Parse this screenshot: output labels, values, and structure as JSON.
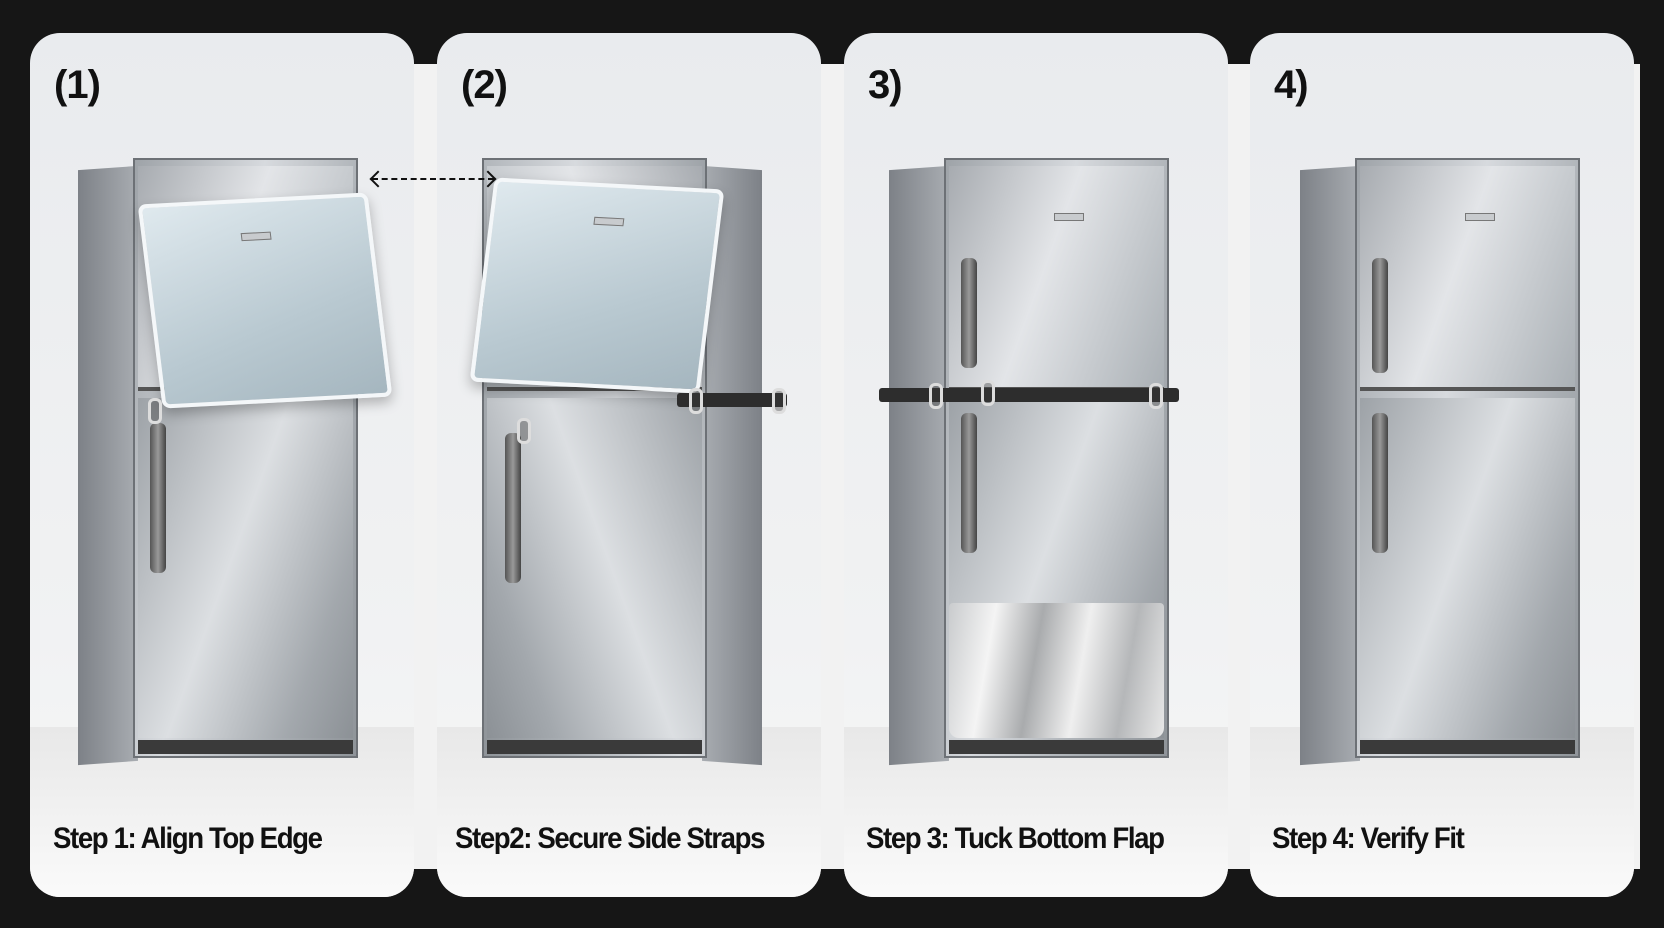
{
  "steps": [
    {
      "number": "(1)",
      "caption": "Step 1: Align Top Edge"
    },
    {
      "number": "(2)",
      "caption": "Step2: Secure Side Straps"
    },
    {
      "number": "3)",
      "caption": "Step 3: Tuck Bottom Flap"
    },
    {
      "number": "4)",
      "caption": "Step 4: Verify Fit"
    }
  ],
  "colors": {
    "background": "#161616",
    "panel": "#eceef0",
    "text": "#111111",
    "cover": "#c6d4db",
    "strap": "#2d2d2d"
  }
}
